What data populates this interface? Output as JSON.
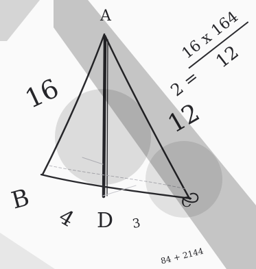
{
  "vertices": {
    "apex": "A",
    "left": "B",
    "right": "C",
    "foot": "D"
  },
  "side_labels": {
    "left_side": "16",
    "right_side": "12",
    "base_left_segment": "4",
    "base_right_segment": "3"
  },
  "notes": {
    "fraction_prefix": "2 =",
    "numerator": "16 x 164",
    "denominator": "12",
    "bottom_scribble": "84 + 2144"
  },
  "colors": {
    "ink": "#26262a",
    "watermark": "#0a0a0a",
    "paper": "#fafafa"
  }
}
